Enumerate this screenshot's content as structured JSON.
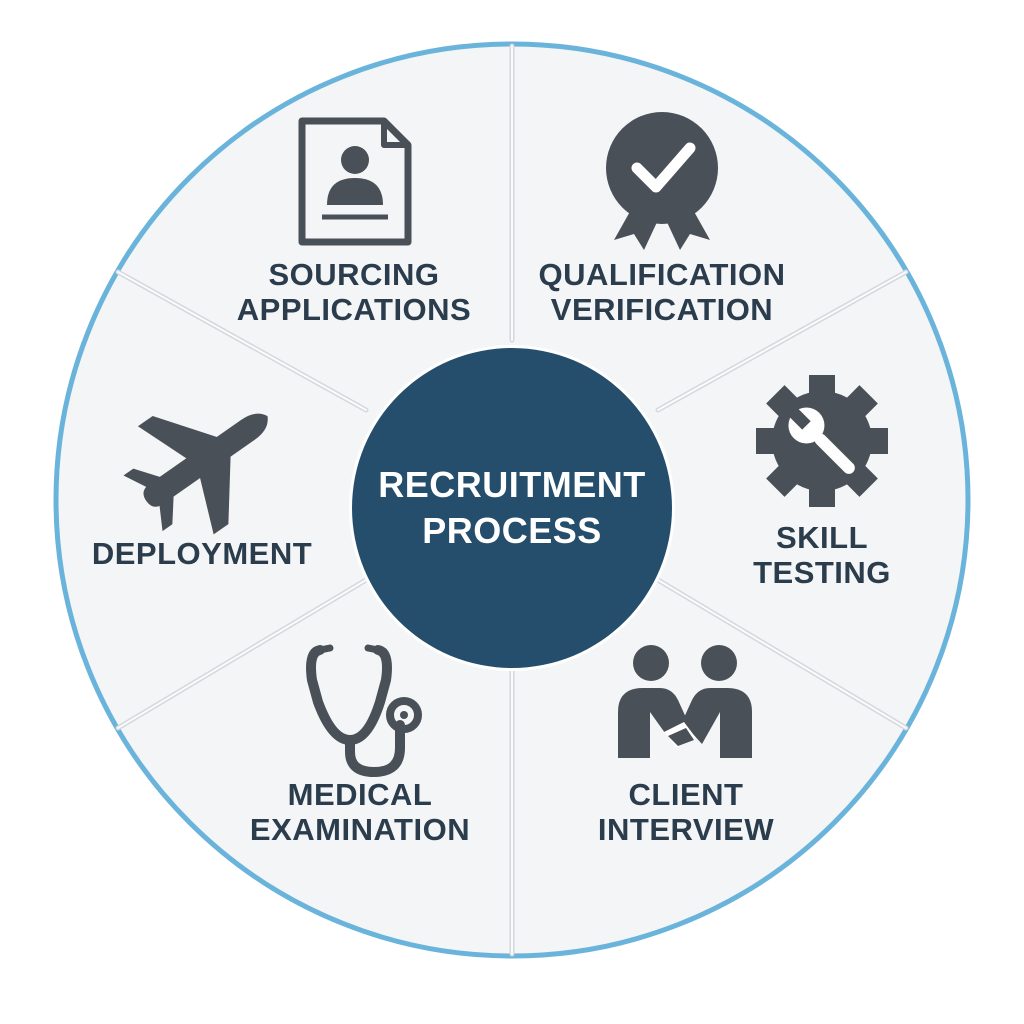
{
  "center": {
    "line1": "RECRUITMENT",
    "line2": "PROCESS"
  },
  "colors": {
    "ring": "#6ab4dc",
    "segment_fill": "#f4f5f6",
    "divider": "#d4d8dc",
    "center_fill": "#244e6b",
    "icon": "#4a5057",
    "label": "#2b3c4c"
  },
  "segments": [
    {
      "id": "sourcing",
      "line1": "SOURCING",
      "line2": "APPLICATIONS",
      "icon": "resume-icon"
    },
    {
      "id": "qualification",
      "line1": "QUALIFICATION",
      "line2": "VERIFICATION",
      "icon": "badge-check-icon"
    },
    {
      "id": "skill",
      "line1": "SKILL",
      "line2": "TESTING",
      "icon": "gear-wrench-icon"
    },
    {
      "id": "interview",
      "line1": "CLIENT",
      "line2": "INTERVIEW",
      "icon": "handshake-icon"
    },
    {
      "id": "medical",
      "line1": "MEDICAL",
      "line2": "EXAMINATION",
      "icon": "stethoscope-icon"
    },
    {
      "id": "deployment",
      "line1": "DEPLOYMENT",
      "line2": "",
      "icon": "airplane-icon"
    }
  ]
}
